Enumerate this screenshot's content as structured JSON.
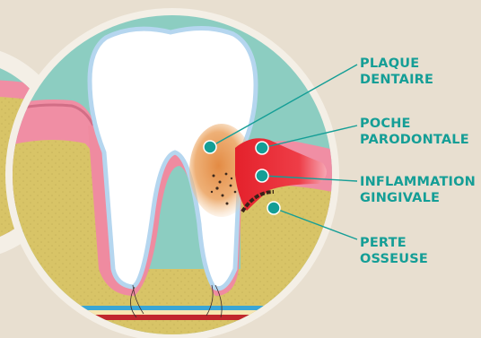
{
  "colors": {
    "background": "#e8dfd0",
    "frame": "#f4efe6",
    "teal": "#8ccdc1",
    "gum": "#f08ea4",
    "bone": "#d8c467",
    "tooth": "#ffffff",
    "enamel_outline": "#b5d6ef",
    "root": "#ef8ba0",
    "plaque": "#e69a4f",
    "inflammation": "#e8222d",
    "label": "#149e96",
    "nerve_blue": "#39a6d6",
    "nerve_red": "#c1272d"
  },
  "labels": [
    {
      "id": "plaque",
      "lines": [
        "PLAQUE",
        "DENTAIRE"
      ],
      "icon": "dot-marker"
    },
    {
      "id": "poche",
      "lines": [
        "POCHE",
        "PARODONTALE"
      ],
      "icon": "dot-marker"
    },
    {
      "id": "inflammation",
      "lines": [
        "INFLAMMATION",
        "GINGIVALE"
      ],
      "icon": "dot-marker"
    },
    {
      "id": "perte",
      "lines": [
        "PERTE",
        "OSSEUSE"
      ],
      "icon": "dot-marker"
    }
  ]
}
